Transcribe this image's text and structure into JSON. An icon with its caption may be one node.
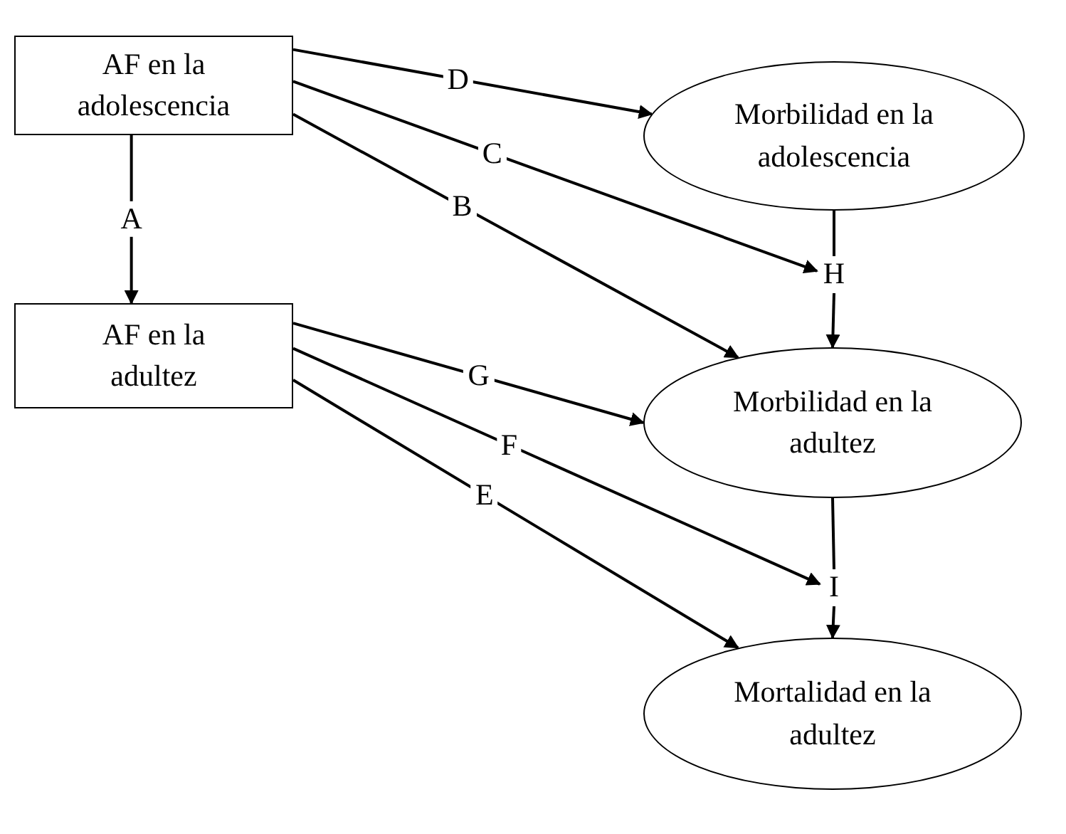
{
  "diagram": {
    "nodes": [
      {
        "text": [
          "AF en la adolescencia"
        ]
      },
      {
        "text": [
          "AF en la adultez"
        ]
      },
      {
        "text": [
          "Morbilidad en la adolescencia"
        ]
      },
      {
        "text": [
          "Morbilidad en la adultez"
        ]
      },
      {
        "text": [
          "Mortalidad en la adultez"
        ]
      },
      {
        "text": [
          "H"
        ]
      },
      {
        "text": [
          "I"
        ]
      }
    ],
    "edges": [
      {
        "from": 0,
        "to": 1,
        "arrow": "to",
        "label": "A"
      },
      {
        "from": 0,
        "to": 2,
        "arrow": "to",
        "label": "D"
      },
      {
        "from": 0,
        "to": 5,
        "arrow": "to",
        "label": "C"
      },
      {
        "from": 0,
        "to": 3,
        "arrow": "to",
        "label": "B"
      },
      {
        "from": 2,
        "to": 5,
        "arrow": "none"
      },
      {
        "from": 5,
        "to": 3,
        "arrow": "to"
      },
      {
        "from": 1,
        "to": 3,
        "arrow": "to",
        "label": "G"
      },
      {
        "from": 1,
        "to": 6,
        "arrow": "to",
        "label": "F"
      },
      {
        "from": 1,
        "to": 4,
        "arrow": "to",
        "label": "E"
      },
      {
        "from": 3,
        "to": 6,
        "arrow": "none"
      },
      {
        "from": 6,
        "to": 4,
        "arrow": "to"
      }
    ]
  }
}
